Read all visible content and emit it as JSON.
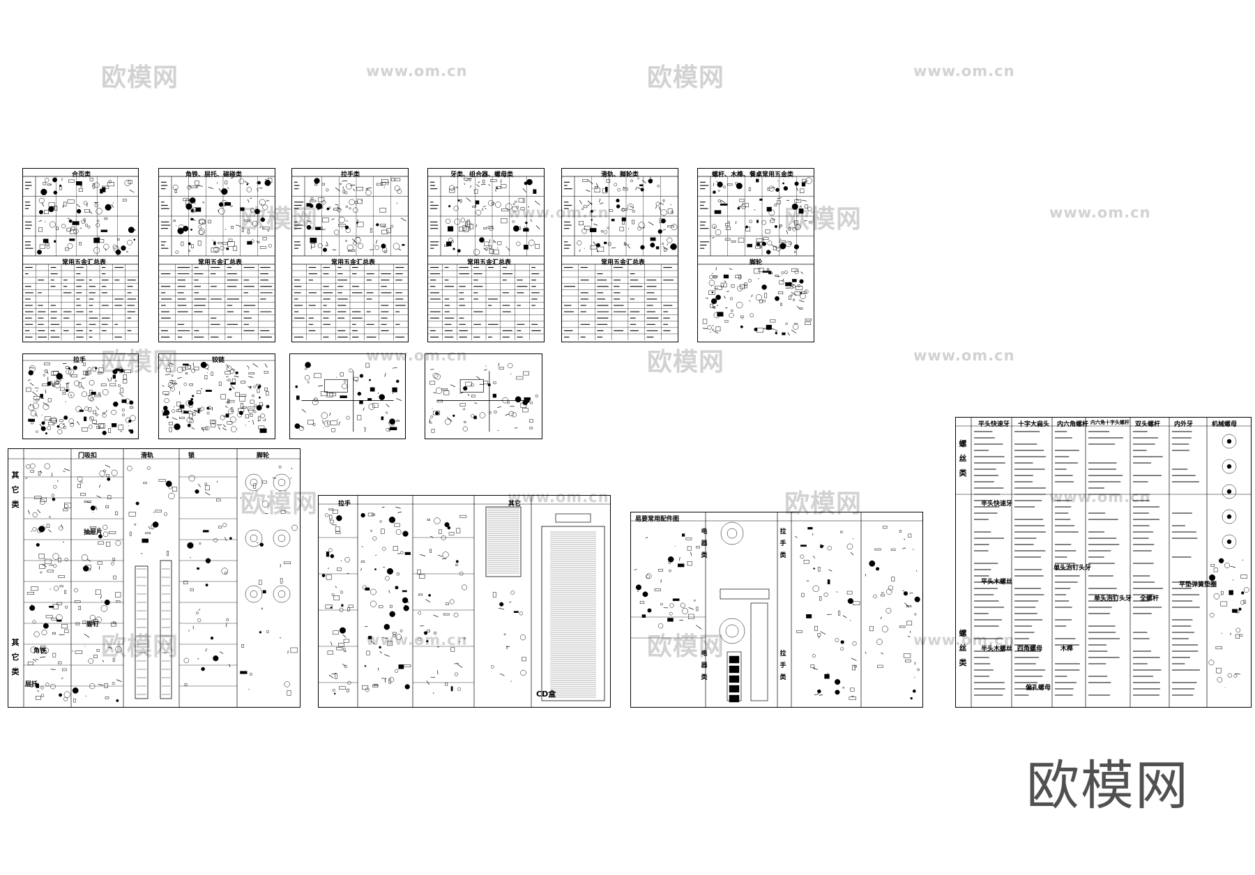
{
  "brand": "欧模网",
  "watermarks": {
    "logo": "欧模网",
    "url": "www.om.cn"
  },
  "sheets": {
    "s1": {
      "title": "合页类",
      "subtitle": "常用五金汇总表"
    },
    "s2": {
      "title": "角铁、层托、磁碰类",
      "subtitle": "常用五金汇总表"
    },
    "s3": {
      "title": "拉手类",
      "subtitle": "常用五金汇总表"
    },
    "s4": {
      "title": "牙类、组合器、螺母类",
      "subtitle": "常用五金汇总表"
    },
    "s5": {
      "title": "滑轨、脚轮类",
      "subtitle": "常用五金汇总表"
    },
    "s6": {
      "title": "螺杆、木榫、餐桌常用五金类",
      "subtitle": "脚轮"
    },
    "r1": {
      "title": "拉手"
    },
    "r2": {
      "title": "铰链"
    },
    "b1": {
      "side_top": "其它类",
      "side_bottom": "其它类",
      "headers": [
        "门吸扣",
        "滑轨",
        "锁",
        "脚轮"
      ],
      "mid1": "抽屉片",
      "mid2": "脚钉",
      "mid3": "角铁",
      "mid4": "层托"
    },
    "b2": {
      "headers": [
        "拉手",
        "其它"
      ],
      "cd_label": "CD盒"
    },
    "b3": {
      "title": "易要常用配件图",
      "side1": "电器类",
      "side2": "电器类",
      "side3": "拉手类",
      "side4": "拉手类"
    },
    "b4": {
      "side_top": "螺丝类",
      "side_bottom": "螺丝类",
      "headers": [
        "平头快速牙",
        "十字大扁头",
        "内六角螺杆",
        "内六角十字头螺杆",
        "双头螺杆",
        "内外牙",
        "机械螺母"
      ],
      "mid": [
        "半头快速牙",
        "平头木螺丝",
        "半头木螺丝",
        "单头泡钉头牙",
        "单头泡钉头牙",
        "全螺杆",
        "平垫弹簧垫圈",
        "四角螺母",
        "木榫",
        "偏孔螺母"
      ]
    }
  }
}
